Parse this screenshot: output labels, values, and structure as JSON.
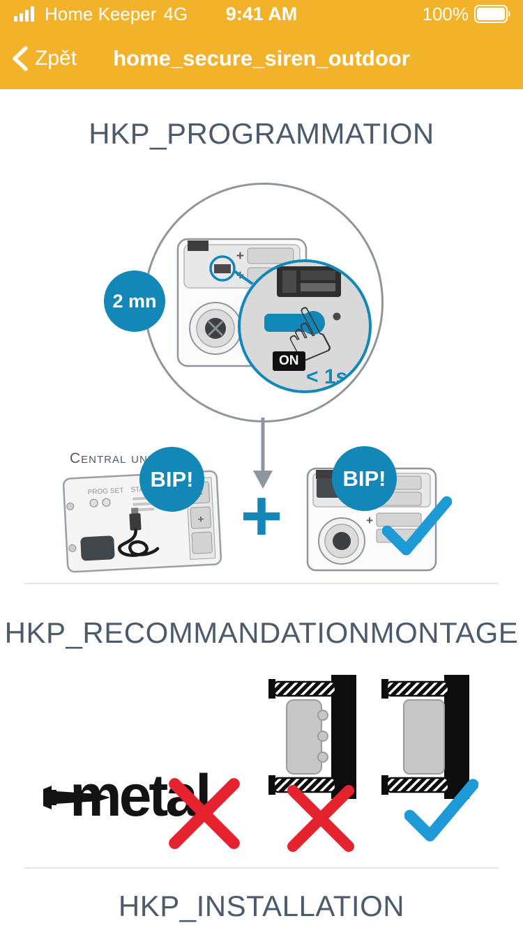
{
  "status_bar": {
    "carrier": "Home Keeper",
    "network": "4G",
    "time": "9:41 AM",
    "battery_percent": "100%"
  },
  "nav_bar": {
    "back_label": "Zpět",
    "title": "home_secure_siren_outdoor"
  },
  "programmation": {
    "title": "HKP_PROGRAMMATION",
    "timer_badge": "2 mn",
    "on_label": "ON",
    "press_duration": "< 1s",
    "central_unit_label": "Central unit",
    "bip_central": "BIP!",
    "bip_siren": "BIP!",
    "plus_sign": "+",
    "device_labels": {
      "prog_set": "PROG SET",
      "status": "STATUS"
    }
  },
  "recommandation": {
    "title": "HKP_RECOMMANDATIONMONTAGE",
    "metal_label": "metal"
  },
  "installation": {
    "title": "HKP_INSTALLATION"
  },
  "glyphs": {
    "plus": "+",
    "hand": "☝"
  },
  "colors": {
    "header_yellow": "#F2B32A",
    "accent_blue": "#1287B8",
    "check_blue": "#1E9AD6",
    "cross_red": "#E5232E",
    "heading_slate": "#4C5B6C"
  }
}
